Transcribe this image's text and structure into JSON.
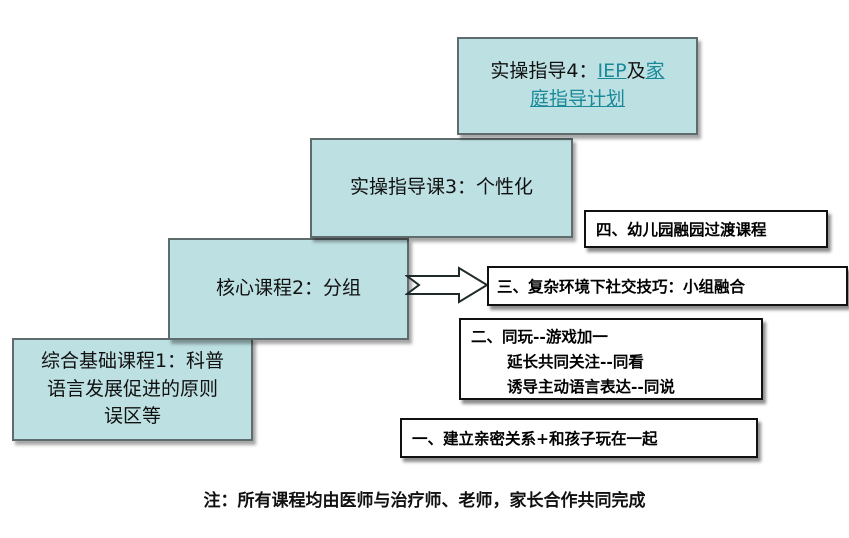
{
  "steps": {
    "step1": {
      "line1": "综合基础课程1：科普",
      "line2": "语言发展促进的原则",
      "line3": "误区等"
    },
    "step2": {
      "label": "核心课程2：分组"
    },
    "step3": {
      "label": "实操指导课3：个性化"
    },
    "step4": {
      "prefix": "实操指导4：",
      "iep": "IEP",
      "and": "及",
      "family1": "家",
      "family2": "庭指导计划"
    }
  },
  "notes": {
    "note4": "四、幼儿园融园过渡课程",
    "note3": "三、复杂环境下社交技巧：小组融合",
    "note2": {
      "line1": "二、同玩--游戏加一",
      "line2": "延长共同关注--同看",
      "line3": "诱导主动语言表达--同说"
    },
    "note1": "一、建立亲密关系+和孩子玩在一起"
  },
  "footnote": "注：所有课程均由医师与治疗师、老师，家长合作共同完成",
  "colors": {
    "step_fill": "#bde0e2",
    "step_border": "#5f6b6c",
    "link": "#1a8a9a"
  }
}
